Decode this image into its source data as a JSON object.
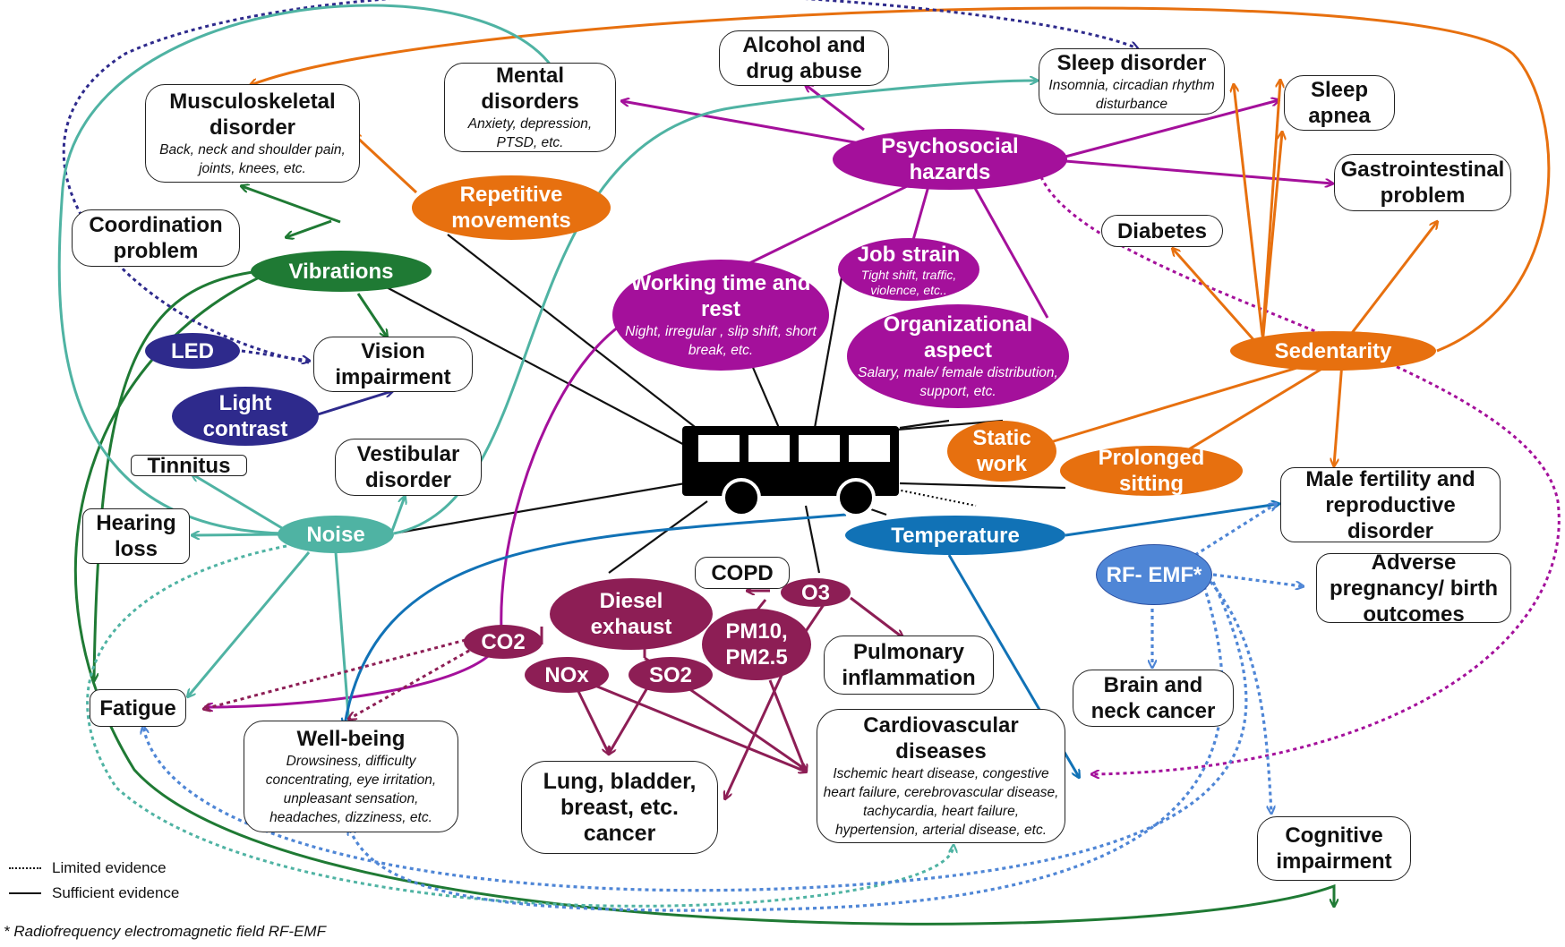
{
  "nodes": {
    "musculoskeletal": {
      "title": "Musculoskeletal disorder",
      "sub": "Back, neck and shoulder pain, joints, knees, etc."
    },
    "mental": {
      "title": "Mental disorders",
      "sub": "Anxiety, depression, PTSD, etc."
    },
    "alcohol": {
      "title": "Alcohol and drug abuse"
    },
    "sleep_disorder": {
      "title": "Sleep disorder",
      "sub": "Insomnia, circadian rhythm disturbance"
    },
    "sleep_apnea": {
      "title": "Sleep apnea"
    },
    "gastro": {
      "title": "Gastrointestinal problem"
    },
    "diabetes": {
      "title": "Diabetes"
    },
    "coordination": {
      "title": "Coordination problem"
    },
    "vision": {
      "title": "Vision impairment"
    },
    "tinnitus": {
      "title": "Tinnitus"
    },
    "vestibular": {
      "title": "Vestibular disorder"
    },
    "hearing": {
      "title": "Hearing loss"
    },
    "fatigue": {
      "title": "Fatigue"
    },
    "wellbeing": {
      "title": "Well-being",
      "sub": "Drowsiness, difficulty concentrating, eye irritation, unpleasant sensation, headaches, dizziness, etc."
    },
    "lung": {
      "title": "Lung, bladder, breast, etc. cancer"
    },
    "copd": {
      "title": "COPD"
    },
    "pulmonary": {
      "title": "Pulmonary inflammation"
    },
    "cardio": {
      "title": "Cardiovascular diseases",
      "sub": "Ischemic heart disease, congestive heart failure, cerebrovascular disease, tachycardia, heart failure, hypertension, arterial disease, etc."
    },
    "male_fertility": {
      "title": "Male fertility and reproductive disorder"
    },
    "pregnancy": {
      "title": "Adverse pregnancy/ birth outcomes"
    },
    "brain": {
      "title": "Brain and neck cancer"
    },
    "cognitive": {
      "title": "Cognitive impairment"
    }
  },
  "factors": {
    "psychosocial": {
      "title": "Psychosocial hazards"
    },
    "repetitive": {
      "title": "Repetitive movements"
    },
    "vibrations": {
      "title": "Vibrations"
    },
    "led": {
      "title": "LED"
    },
    "light_contrast": {
      "title": "Light contrast"
    },
    "noise": {
      "title": "Noise"
    },
    "working_time": {
      "title": "Working time and rest",
      "sub": "Night, irregular , slip shift, short break, etc."
    },
    "job_strain": {
      "title": "Job strain",
      "sub": "Tight shift, traffic, violence, etc.."
    },
    "organizational": {
      "title": "Organizational aspect",
      "sub": "Salary, male/ female distribution, support, etc."
    },
    "sedentarity": {
      "title": "Sedentarity"
    },
    "static_work": {
      "title": "Static work"
    },
    "prolonged_sitting": {
      "title": "Prolonged sitting"
    },
    "temperature": {
      "title": "Temperature"
    },
    "rf_emf": {
      "title": "RF- EMF*"
    },
    "diesel": {
      "title": "Diesel exhaust"
    },
    "o3": {
      "title": "O3"
    },
    "pm": {
      "title": "PM10, PM2.5"
    },
    "co2": {
      "title": "CO2"
    },
    "nox": {
      "title": "NOx"
    },
    "so2": {
      "title": "SO2"
    }
  },
  "legend": {
    "limited": "Limited evidence",
    "sufficient": "Sufficient evidence"
  },
  "footnote": "* Radiofrequency electromagnetic field RF-EMF",
  "colors": {
    "psychosocial": "#a4109b",
    "ergonomic": "#e7700f",
    "vibration": "#1f7a34",
    "lighting": "#2e2a8c",
    "noise": "#4fb3a3",
    "temperature": "#1172b6",
    "rf_emf": "#4f86d6",
    "air_pollution": "#8d1e55",
    "bus": "#000000"
  },
  "icons": {
    "bus": "bus-icon"
  }
}
